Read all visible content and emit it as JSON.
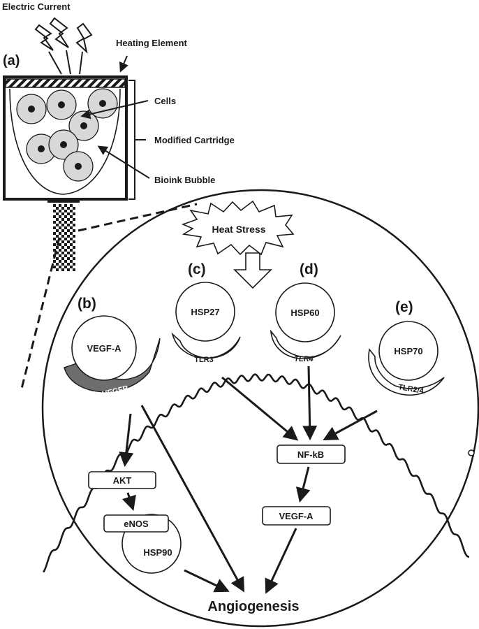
{
  "device": {
    "electric_current": "Electric Current",
    "heating_element": "Heating Element",
    "panel": "(a)",
    "cells": "Cells",
    "cartridge": "Modified Cartridge",
    "bubble": "Bioink Bubble"
  },
  "pathway": {
    "heat_stress": "Heat Stress",
    "panel_b": "(b)",
    "panel_c": "(c)",
    "panel_d": "(d)",
    "panel_e": "(e)",
    "vegfa_ligand": "VEGF-A",
    "vegfr": "VEGFR",
    "hsp27": "HSP27",
    "tlr3": "TLR3",
    "hsp60": "HSP60",
    "tlr4": "TLR4",
    "hsp70": "HSP70",
    "tlr24": "TLR2/4",
    "akt": "AKT",
    "enos": "eNOS",
    "hsp90": "HSP90",
    "nfkb": "NF-kB",
    "vegfa_out": "VEGF-A",
    "angiogenesis": "Angiogenesis"
  },
  "colors": {
    "ink": "#1a1a1a",
    "cell_fill": "#d8d8d8",
    "vegfr_fill": "#6e6e6e"
  }
}
